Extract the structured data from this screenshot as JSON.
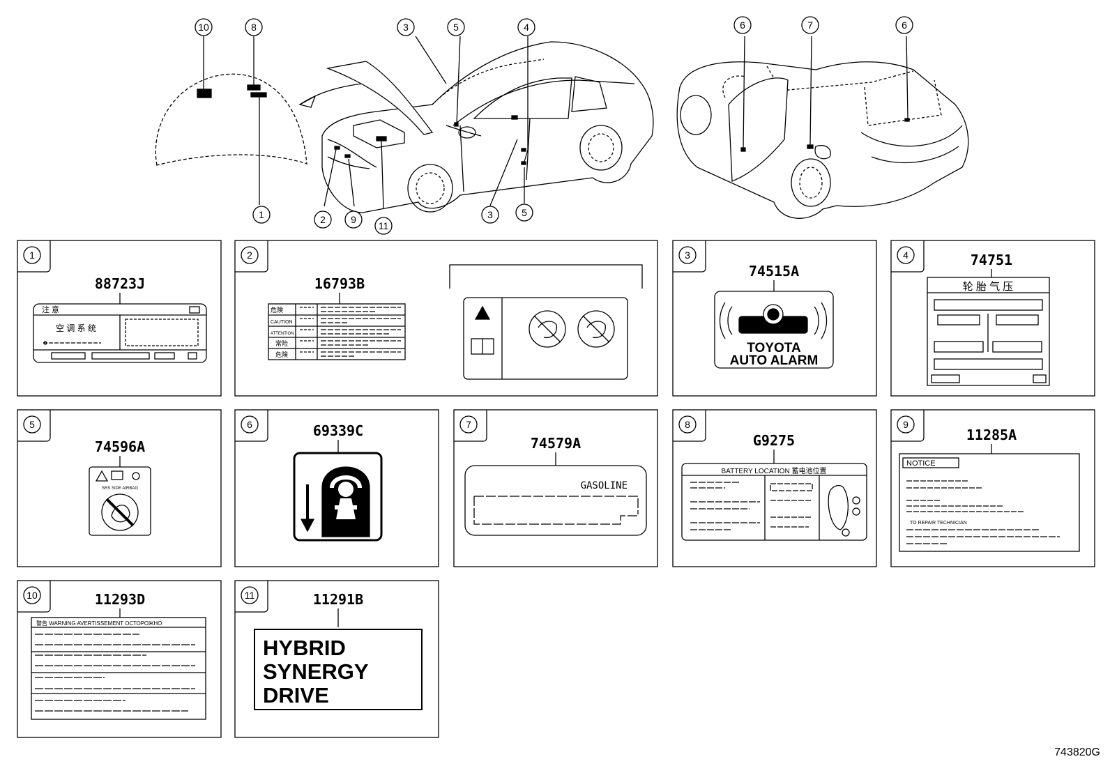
{
  "diagram_id": "743820G",
  "callouts": {
    "c10": "10",
    "c8": "8",
    "c3": "3",
    "c5": "5",
    "c4": "4",
    "c6a": "6",
    "c7": "7",
    "c6b": "6",
    "c1": "1",
    "c2": "2",
    "c9": "9",
    "c11": "11",
    "c3b": "3",
    "c5b": "5"
  },
  "panels": [
    {
      "num": "1",
      "part": "88723J"
    },
    {
      "num": "2",
      "part": "16793B"
    },
    {
      "num": "3",
      "part": "74515A"
    },
    {
      "num": "4",
      "part": "74751"
    },
    {
      "num": "5",
      "part": "74596A"
    },
    {
      "num": "6",
      "part": "69339C"
    },
    {
      "num": "7",
      "part": "74579A"
    },
    {
      "num": "8",
      "part": "G9275"
    },
    {
      "num": "9",
      "part": "11285A"
    },
    {
      "num": "10",
      "part": "11293D"
    },
    {
      "num": "11",
      "part": "11291B"
    }
  ],
  "label_text": {
    "p1_title": "注 意",
    "p1_sub": "空 调 系 统",
    "p2_r1": "危険",
    "p2_r2": "CAUTION",
    "p2_r3": "ATTENTION",
    "p2_r4": "常险",
    "p2_r5": "危険",
    "p3_line1": "TOYOTA",
    "p3_line2": "AUTO ALARM",
    "p4_title": "轮 胎 气 压",
    "p5_text": "SRS SIDE AIRBAG",
    "p7_text": "GASOLINE",
    "p8_title": "BATTERY LOCATION 蓄电池位置",
    "p9_title": "NOTICE",
    "p9_sub": "TO REPAIR TECHNICIAN",
    "p10_title": "警告 WARNING AVERTISSEMENT ОСТОРОЖНО",
    "p11_line1": "HYBRID",
    "p11_line2": "SYNERGY",
    "p11_line3": "DRIVE"
  }
}
